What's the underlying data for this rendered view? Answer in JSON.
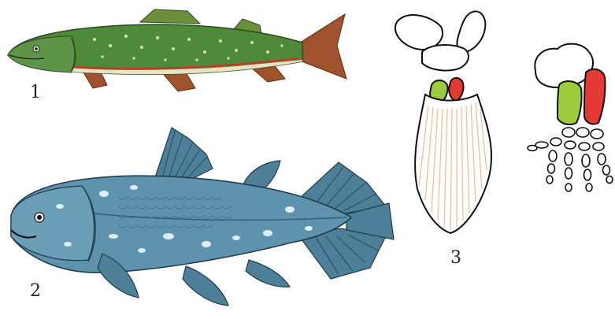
{
  "figure": {
    "labels": {
      "trout": "1",
      "coelacanth": "2",
      "fin_bones": "3"
    },
    "colors": {
      "trout_back": "#4f8a3a",
      "trout_belly": "#e9e2c4",
      "trout_stripe": "#c0392b",
      "trout_fins": "#a0522d",
      "coelacanth_body": "#5f93ad",
      "coelacanth_dark": "#2f5f78",
      "coelacanth_spots": "#dceef6",
      "fin_rays": "#f2b98a",
      "bone_green": "#9ccc3d",
      "bone_red": "#e53935",
      "outline": "#111111"
    }
  }
}
